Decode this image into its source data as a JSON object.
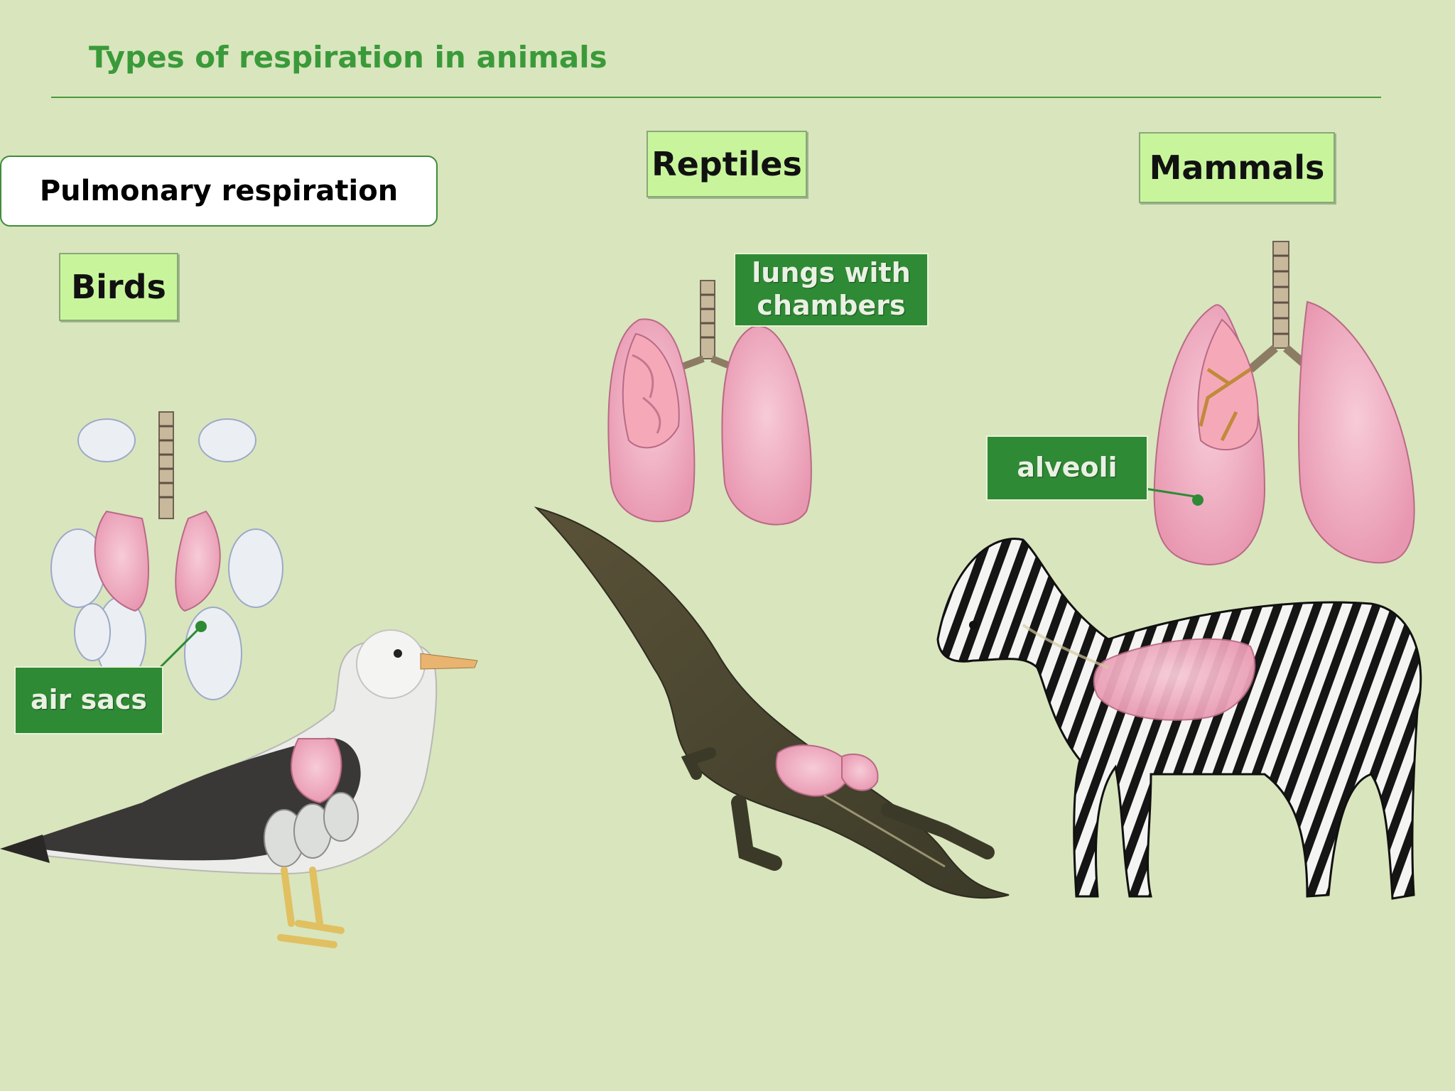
{
  "slide": {
    "title": "Types of respiration in animals",
    "section_label": "Pulmonary respiration"
  },
  "groups": {
    "birds": {
      "label": "Birds",
      "annotation": "air sacs"
    },
    "reptiles": {
      "label": "Reptiles",
      "annotation_line1": "lungs with",
      "annotation_line2": "chambers"
    },
    "mammals": {
      "label": "Mammals",
      "annotation": "alveoli"
    }
  },
  "colors": {
    "background": "#d9e5bd",
    "title_green": "#3a9a3a",
    "label_fill": "#c8f59c",
    "tag_fill": "#2e8a34",
    "lung_pink": "#f2b3c6"
  }
}
